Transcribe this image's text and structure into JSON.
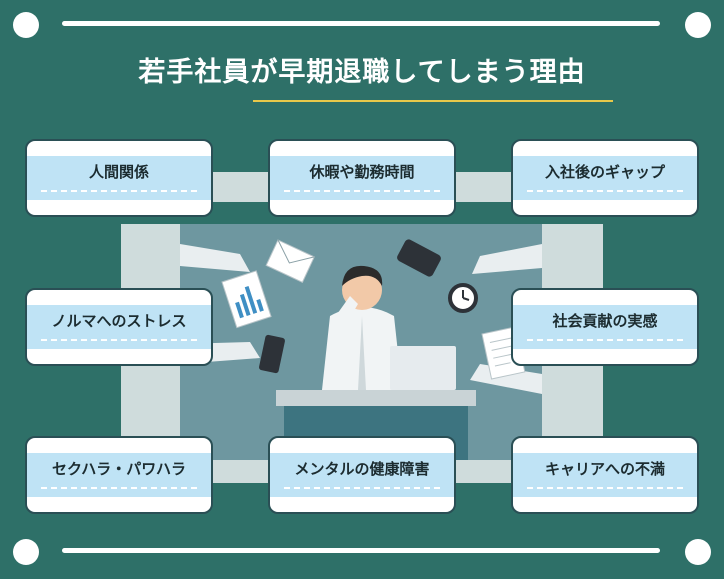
{
  "title": "若手社員が早期退職してしまう理由",
  "colors": {
    "background": "#2e7068",
    "accent_line": "#e8c84a",
    "label_band": "#bfe3f5",
    "box_border": "#2a4f55"
  },
  "reasons": [
    "人間関係",
    "休暇や勤務時間",
    "入社後のギャップ",
    "ノルマへのストレス",
    "社会貢献の実感",
    "セクハラ・パワハラ",
    "メンタルの健康障害",
    "キャリアへの不満"
  ]
}
